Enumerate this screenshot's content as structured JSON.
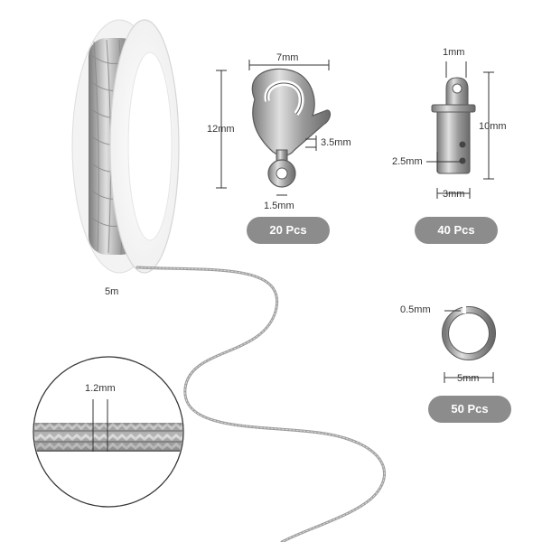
{
  "spool": {
    "length_label": "5m"
  },
  "zoom": {
    "width_label": "1.2mm"
  },
  "clasp": {
    "width_label": "7mm",
    "height_label": "12mm",
    "ring_label": "3.5mm",
    "loop_label": "1.5mm",
    "qty_label": "20 Pcs"
  },
  "end_cap": {
    "top_label": "1mm",
    "height_label": "10mm",
    "hole_label": "2.5mm",
    "width_label": "3mm",
    "qty_label": "40 Pcs"
  },
  "jump_ring": {
    "thickness_label": "0.5mm",
    "diameter_label": "5mm",
    "qty_label": "50 Pcs"
  },
  "colors": {
    "badge": "#8c8c8c",
    "metal": "#a8a8a8",
    "metal_dark": "#6e6e6e",
    "dim_line": "#333333"
  }
}
